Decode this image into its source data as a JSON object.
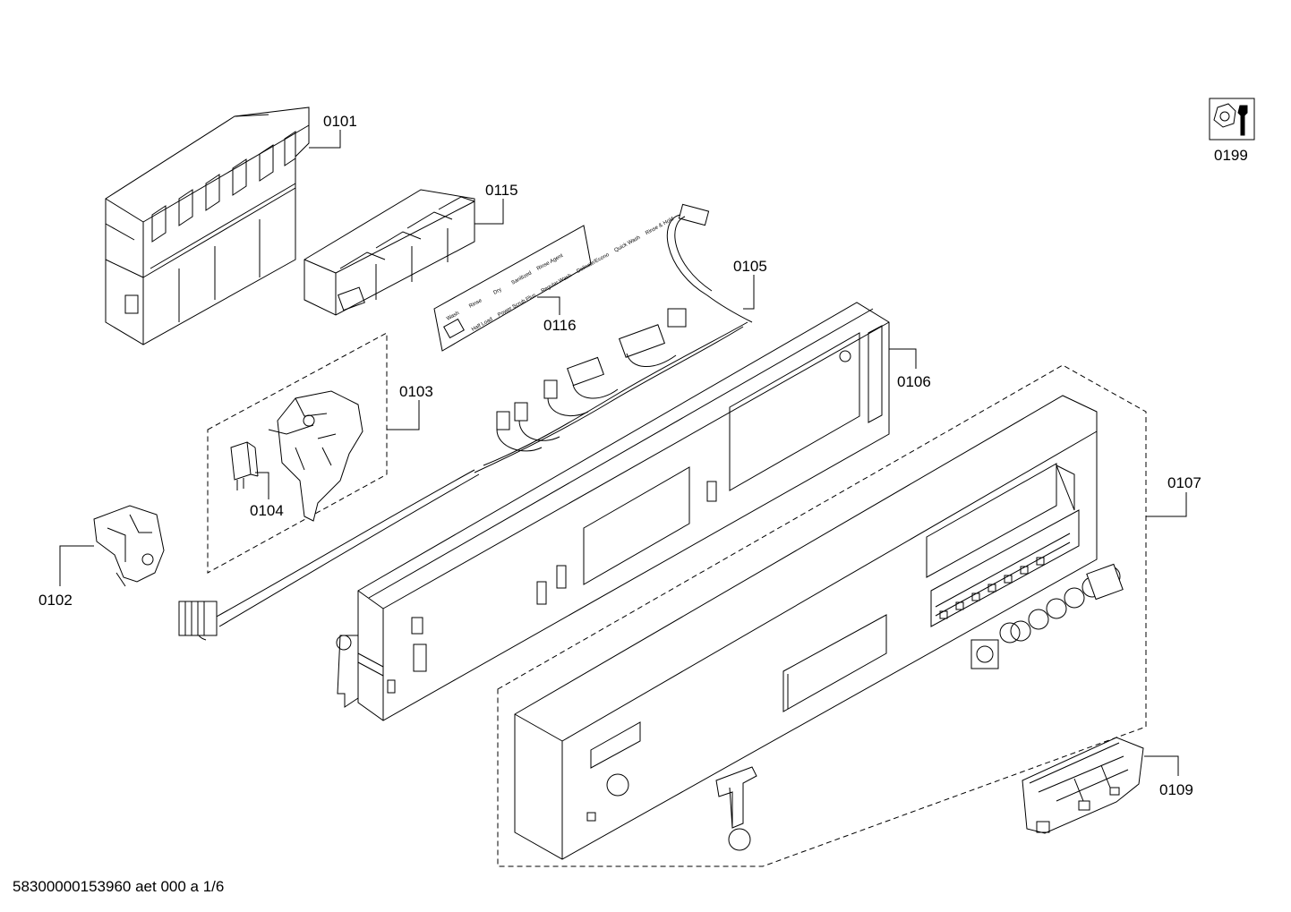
{
  "footer": {
    "drawing_id": "58300000153960 aet 000 a 1/6"
  },
  "callouts": {
    "c0101": "0101",
    "c0115": "0115",
    "c0199": "0199",
    "c0105": "0105",
    "c0116": "0116",
    "c0103": "0103",
    "c0106": "0106",
    "c0107": "0107",
    "c0104": "0104",
    "c0102": "0102",
    "c0109": "0109"
  },
  "panel_0116": {
    "row1": [
      "Wash",
      "Rinse",
      "Dry",
      "Sanitized",
      "Rinse Agent"
    ],
    "row2": [
      "Half Load",
      "Power Scrub Plus",
      "Regular Wash",
      "Delicate/Econo",
      "Quick Wash",
      "Rinse & Hold"
    ]
  },
  "colors": {
    "line": "#000000",
    "background": "#ffffff"
  },
  "icons": {
    "service_kit": "nut-and-wrench-icon"
  }
}
